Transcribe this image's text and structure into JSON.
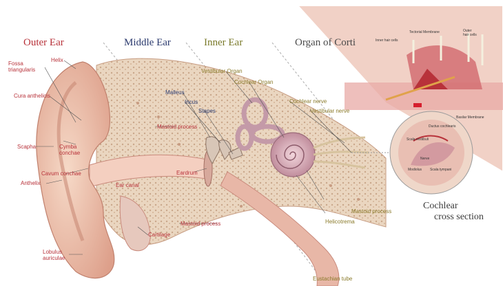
{
  "headers": {
    "outer_ear": "Outer Ear",
    "middle_ear": "Middle Ear",
    "inner_ear": "Inner Ear",
    "organ_of_corti": "Organ of Corti"
  },
  "labels": {
    "fossa_triangularis": "Fossa\ntriangularis",
    "helix": "Helix",
    "cura_anthelicis": "Cura anthelicis",
    "scapha": "Scapha",
    "cymba_conchae": "Cymba\nconchae",
    "cavum_conchae": "Cavum conchae",
    "anthelix": "Anthelix",
    "lobulus_auriculae": "Lobulus\nauriculae",
    "ear_canal": "Ear canal",
    "cartilage": "Cartilage",
    "mastoid_process_upper": "Mastoid process",
    "mastoid_process_lower": "Mastoid process",
    "mastoid_process_right": "Mastoid process",
    "malleus": "Malleus",
    "incus": "Incus",
    "stapes": "Stapes",
    "eardrum": "Eardrum",
    "vestibular_organ": "Vestibular Organ",
    "cochlear_organ": "Cochlear Organ",
    "cochlear_nerve": "Cochlear nerve",
    "vestibular_nerve": "Vestibular nerve",
    "helicotrema": "Helicotrema",
    "eustachian_tube": "Eustachian tube"
  },
  "corti_labels": {
    "tectorial_membrane": "Tectorial Membrane",
    "outer_hair_cells": "Outer\nhair cells",
    "inner_hair_cells": "Inner hair cells",
    "basilar_membrane": "Basilar Membrane"
  },
  "cross_labels": {
    "ductus_cochlearis": "Ductus cochlearis",
    "scala_vestibuli": "Scala vestibuli",
    "nerve": "Nerve",
    "modiolus": "Modiolus",
    "scala_tympani": "Scala tympani"
  },
  "caption": {
    "line1": "Cochlear",
    "line2": "cross section"
  },
  "colors": {
    "outer_ear_header": "#b8323a",
    "middle_ear_header": "#2b3a6e",
    "inner_ear_header": "#7a7a2a",
    "organ_of_corti_header": "#4a4a4a",
    "skin": "#f0c9b4",
    "bone": "#e8d3bd",
    "cochlea": "#d9a9b6"
  }
}
